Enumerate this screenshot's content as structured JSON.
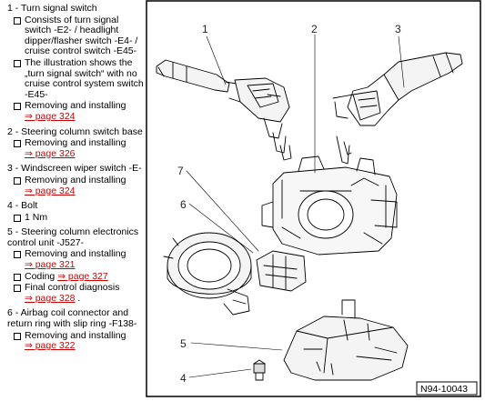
{
  "legend": [
    {
      "heading": "1 - Turn signal switch",
      "items": [
        {
          "text": "Consists of turn signal switch -E2- / headlight dipper/flasher switch -E4- / cruise control switch -E45-"
        },
        {
          "text": "The illustration shows the „turn signal switch“ with no cruise control system switch -E45-"
        },
        {
          "text": "Removing and installing",
          "link": "⇒ page 324"
        }
      ]
    },
    {
      "heading": "2 - Steering column switch base",
      "items": [
        {
          "text": "Removing and installing",
          "link": "⇒ page 326"
        }
      ]
    },
    {
      "heading": "3 - Windscreen wiper switch -E-",
      "items": [
        {
          "text": "Removing and installing",
          "link": "⇒ page 324"
        }
      ]
    },
    {
      "heading": "4 - Bolt",
      "items": [
        {
          "text": "1 Nm"
        }
      ]
    },
    {
      "heading": "5 - Steering column electronics control unit -J527-",
      "items": [
        {
          "text": "Removing and installing",
          "link": "⇒ page 321"
        },
        {
          "text": "Coding",
          "link": "⇒ page 327"
        },
        {
          "text": "Final control diagnosis",
          "link": "⇒ page 328",
          "suffix": " ."
        }
      ]
    },
    {
      "heading": "6 - Airbag coil connector and return ring with slip ring -F138-",
      "items": [
        {
          "text": "Removing and installing",
          "link": "⇒ page 322"
        }
      ]
    }
  ],
  "figure": {
    "callouts": [
      "1",
      "2",
      "3",
      "4",
      "5",
      "6",
      "7"
    ],
    "figure_id": "N94-10043"
  },
  "colors": {
    "link": "#cc0000",
    "frame": "#000000"
  }
}
